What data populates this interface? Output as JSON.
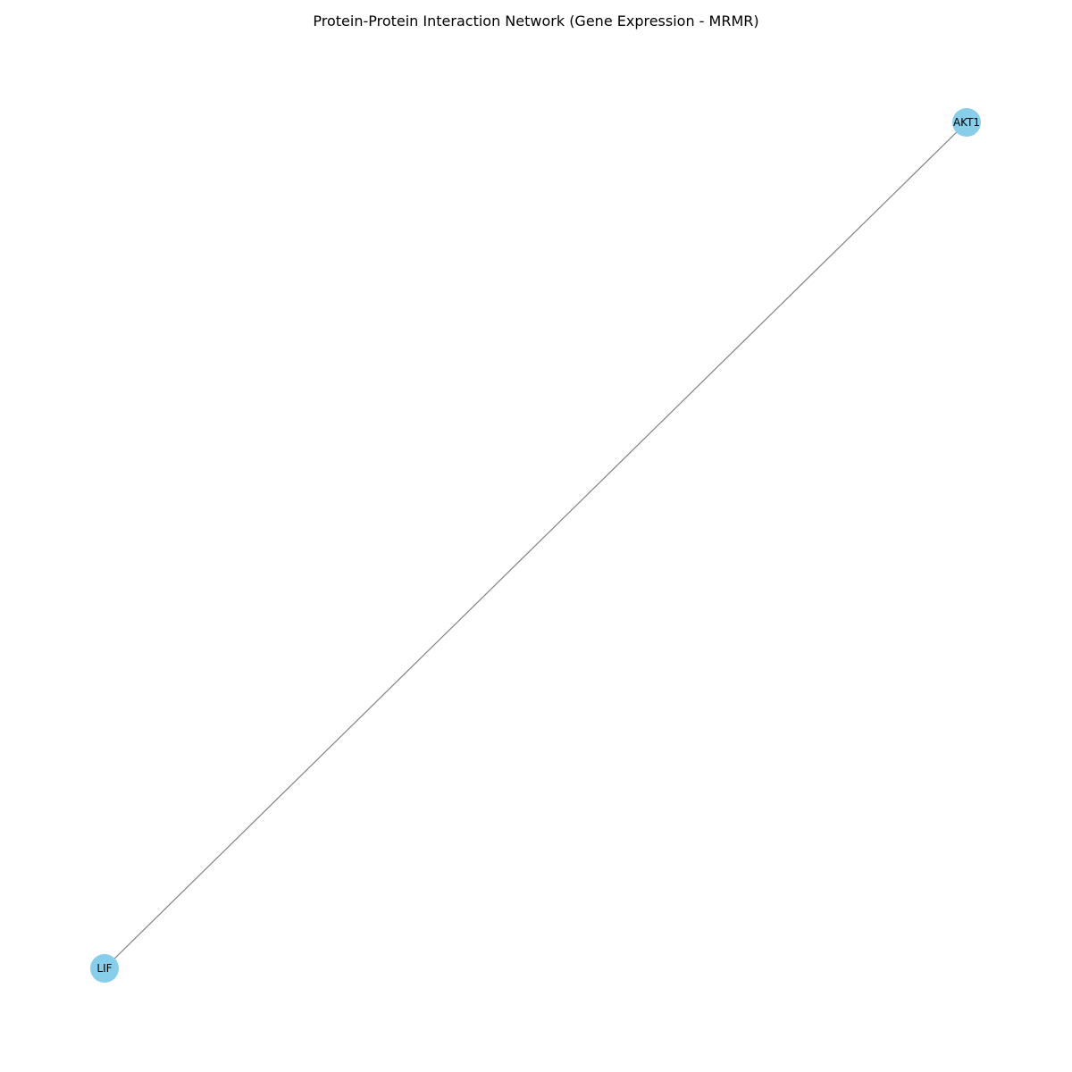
{
  "title": "Protein-Protein Interaction Network (Gene Expression - MRMR)",
  "colors": {
    "node": "#87ceeb",
    "edge": "#808080",
    "label": "#000000",
    "background": "#ffffff"
  },
  "network": {
    "nodes": [
      {
        "id": "AKT1",
        "label": "AKT1"
      },
      {
        "id": "LIF",
        "label": "LIF"
      }
    ],
    "edges": [
      {
        "source": "AKT1",
        "target": "LIF"
      }
    ]
  }
}
